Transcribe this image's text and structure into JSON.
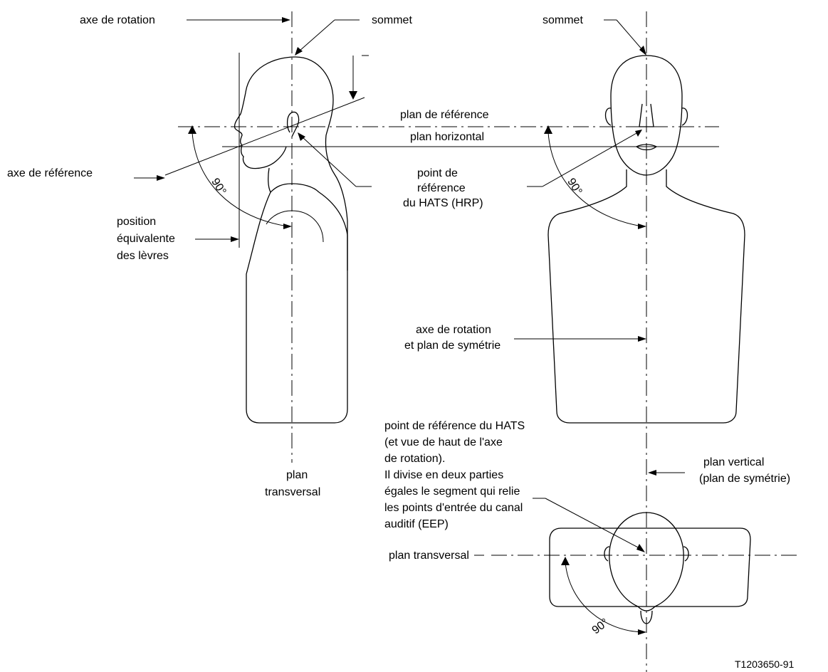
{
  "labels": {
    "axe_rotation_top": "axe de rotation",
    "sommet_left": "sommet",
    "sommet_right": "sommet",
    "plan_reference": "plan de référence",
    "plan_horizontal": "plan horizontal",
    "axe_reference": "axe de référence",
    "hrp_1": "point de",
    "hrp_2": "référence",
    "hrp_3": "du HATS (HRP)",
    "angle_left": "90°",
    "angle_right": "90°",
    "angle_bottom": "90°",
    "levres_1": "position",
    "levres_2": "équivalente",
    "levres_3": "des lèvres",
    "axe_sym_1": "axe de rotation",
    "axe_sym_2": "et plan de symétrie",
    "plan_transversal_left_1": "plan",
    "plan_transversal_left_2": "transversal",
    "hats_note_1": "point de référence du HATS",
    "hats_note_2": "(et vue de haut de l'axe",
    "hats_note_3": "de rotation).",
    "hats_note_4": "Il divise en deux parties",
    "hats_note_5": "égales le segment qui relie",
    "hats_note_6": "les points d'entrée du canal",
    "hats_note_7": "auditif (EEP)",
    "plan_vertical_1": "plan vertical",
    "plan_vertical_2": "(plan de symétrie)",
    "plan_transversal_bottom": "plan transversal",
    "figure_code": "T1203650-91"
  }
}
